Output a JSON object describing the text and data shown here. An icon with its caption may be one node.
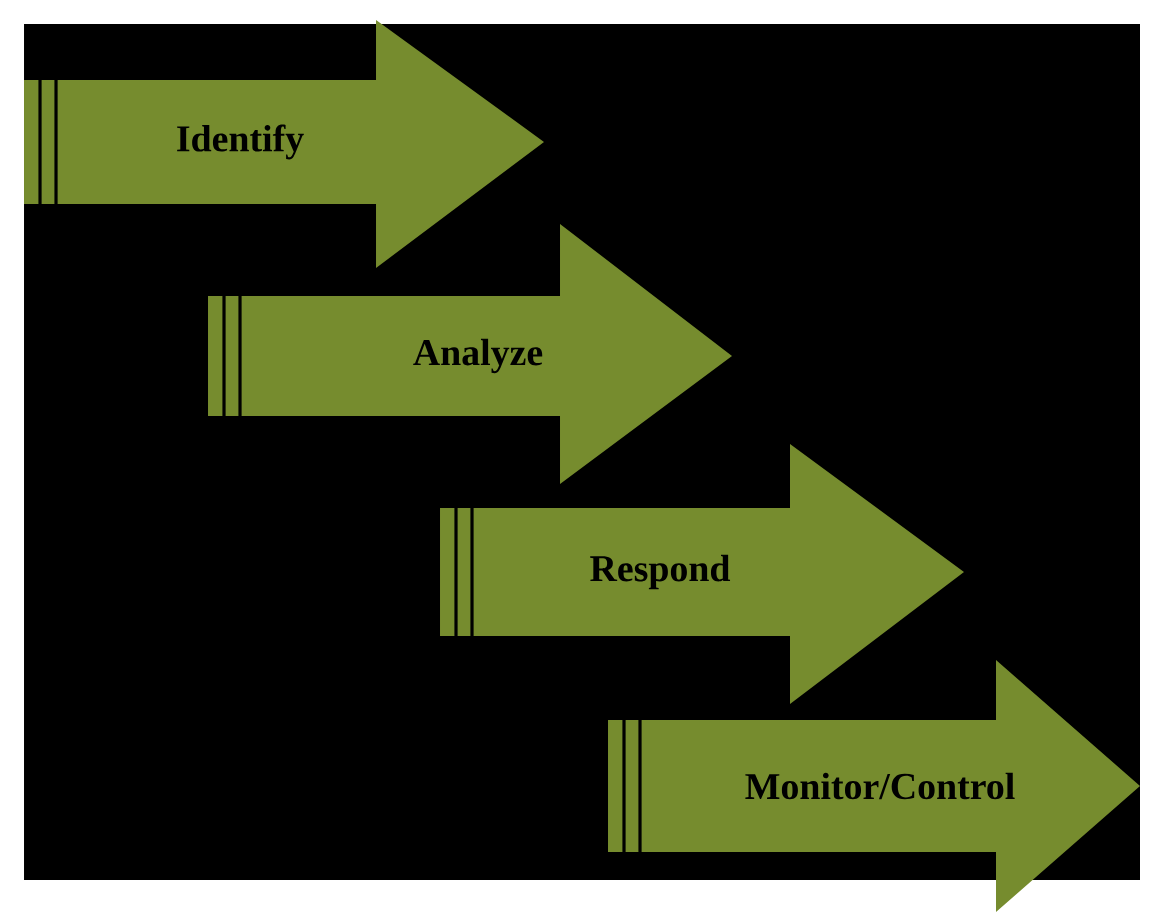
{
  "diagram": {
    "nodes": [
      {
        "text": [
          "Identify"
        ]
      },
      {
        "text": [
          "Analyze"
        ]
      },
      {
        "text": [
          "Respond"
        ]
      },
      {
        "text": [
          "Monitor/Control"
        ]
      }
    ]
  }
}
